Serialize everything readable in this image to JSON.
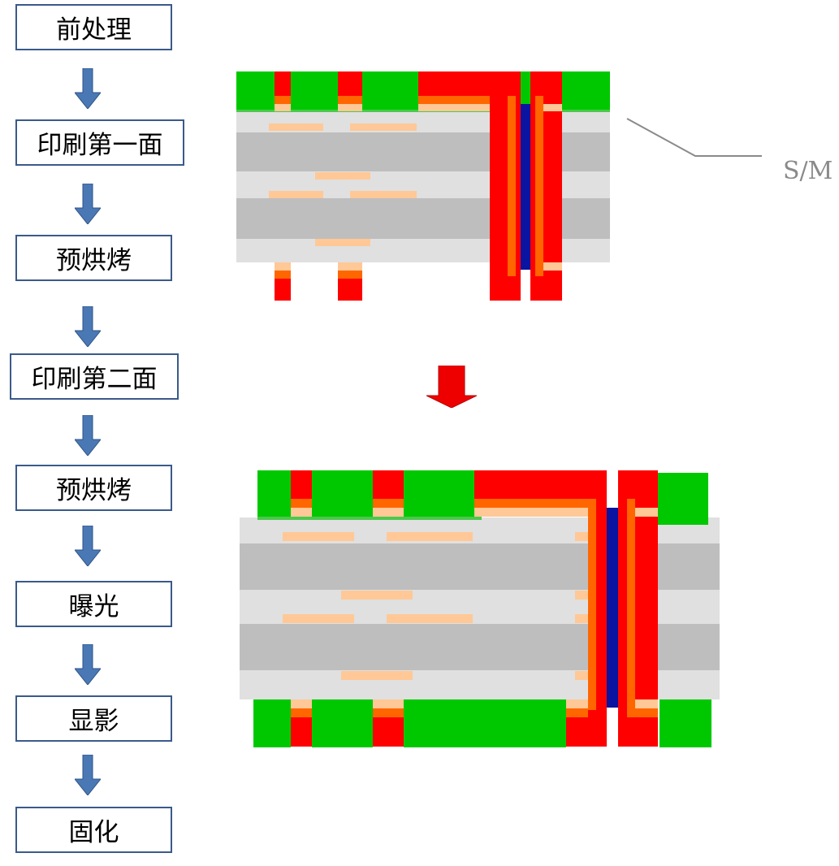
{
  "steps": [
    "前处理",
    "印刷第一面",
    "预烘烤",
    "印刷第二面",
    "预烘烤",
    "曝光",
    "显影",
    "固化"
  ],
  "diagram": {
    "callout_label": "S/M",
    "colors": {
      "solder_mask": "#00c800",
      "copper": "#ff0000",
      "copper_edge": "#ff6600",
      "inner_copper": "#ffc896",
      "core": "#bebebe",
      "prepreg": "#e0e0e0",
      "via_fill": "#0a14a0",
      "flow_arrow": "#4a78b4",
      "transition_arrow": "#ee0000"
    }
  }
}
